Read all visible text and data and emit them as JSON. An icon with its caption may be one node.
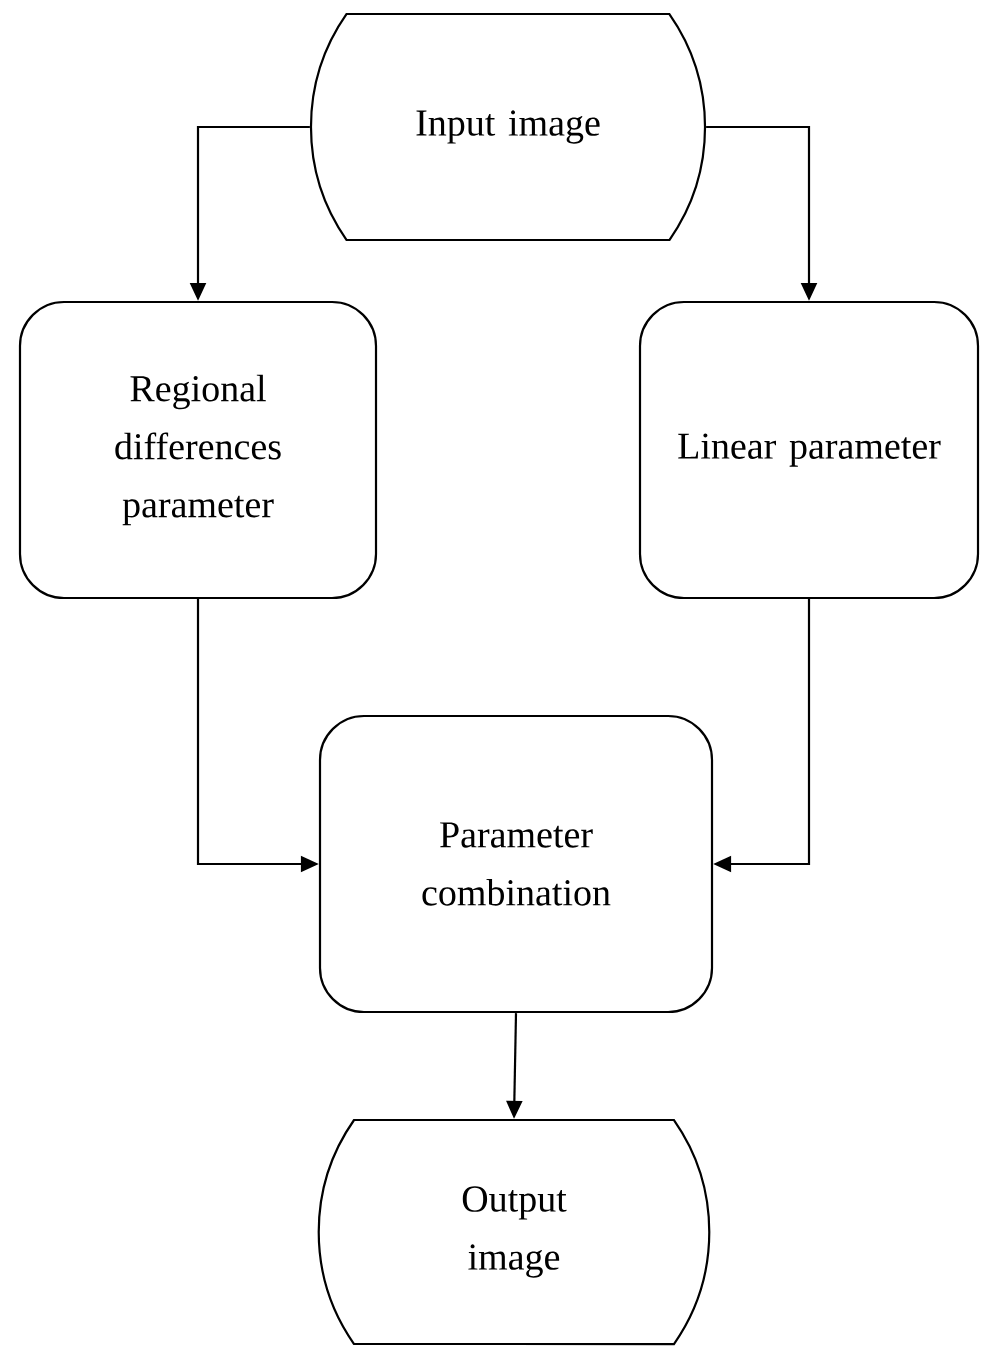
{
  "diagram": {
    "nodes": [
      {
        "text": [
          "Input image"
        ]
      },
      {
        "text": [
          "Regional differences parameter"
        ]
      },
      {
        "text": [
          "Linear parameter"
        ]
      },
      {
        "text": [
          "Parameter combination"
        ]
      },
      {
        "text": [
          "Output image"
        ]
      }
    ],
    "edges": [
      {
        "from": 0,
        "to": 1,
        "arrow": "to"
      },
      {
        "from": 0,
        "to": 2,
        "arrow": "to"
      },
      {
        "from": 1,
        "to": 3,
        "arrow": "to"
      },
      {
        "from": 2,
        "to": 3,
        "arrow": "to"
      },
      {
        "from": 3,
        "to": 4,
        "arrow": "to"
      }
    ]
  }
}
